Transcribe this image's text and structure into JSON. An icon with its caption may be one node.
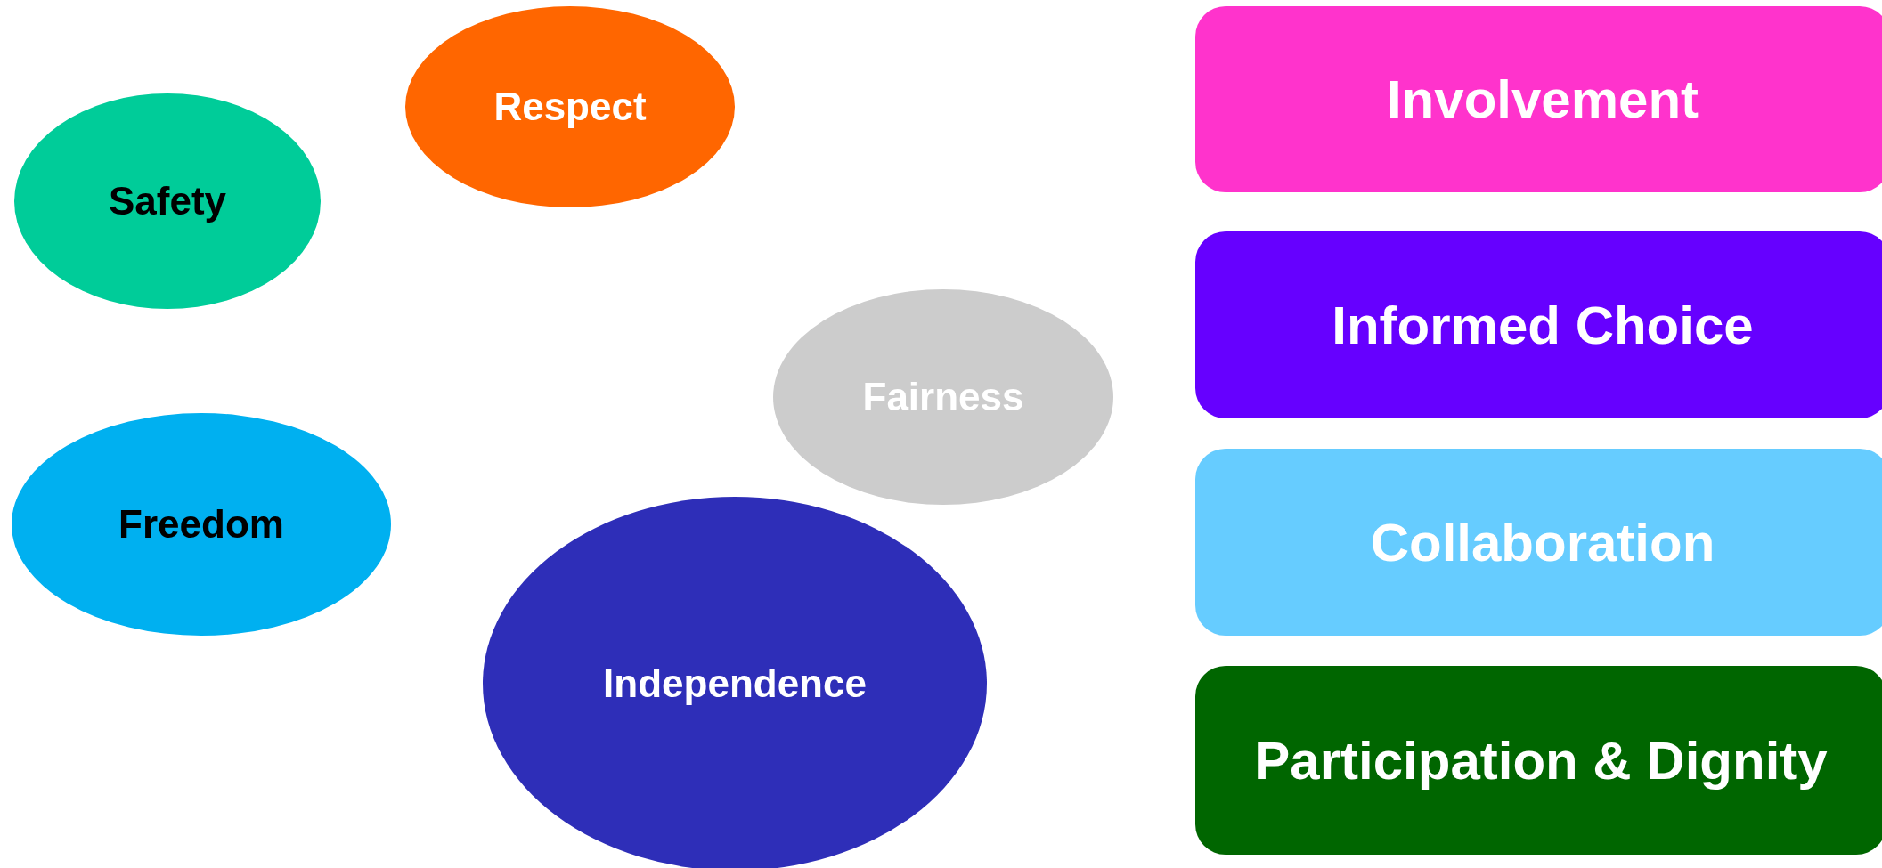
{
  "diagram": {
    "nodes": [
      {
        "text": [
          "Respect"
        ]
      },
      {
        "text": [
          "Safety"
        ]
      },
      {
        "text": [
          "Fairness"
        ]
      },
      {
        "text": [
          "Freedom"
        ]
      },
      {
        "text": [
          "Independence"
        ]
      },
      {
        "text": [
          "Involvement"
        ]
      },
      {
        "text": [
          "Informed Choice"
        ]
      },
      {
        "text": [
          "Collaboration"
        ]
      },
      {
        "text": [
          "Participation & Dignity"
        ]
      }
    ]
  }
}
